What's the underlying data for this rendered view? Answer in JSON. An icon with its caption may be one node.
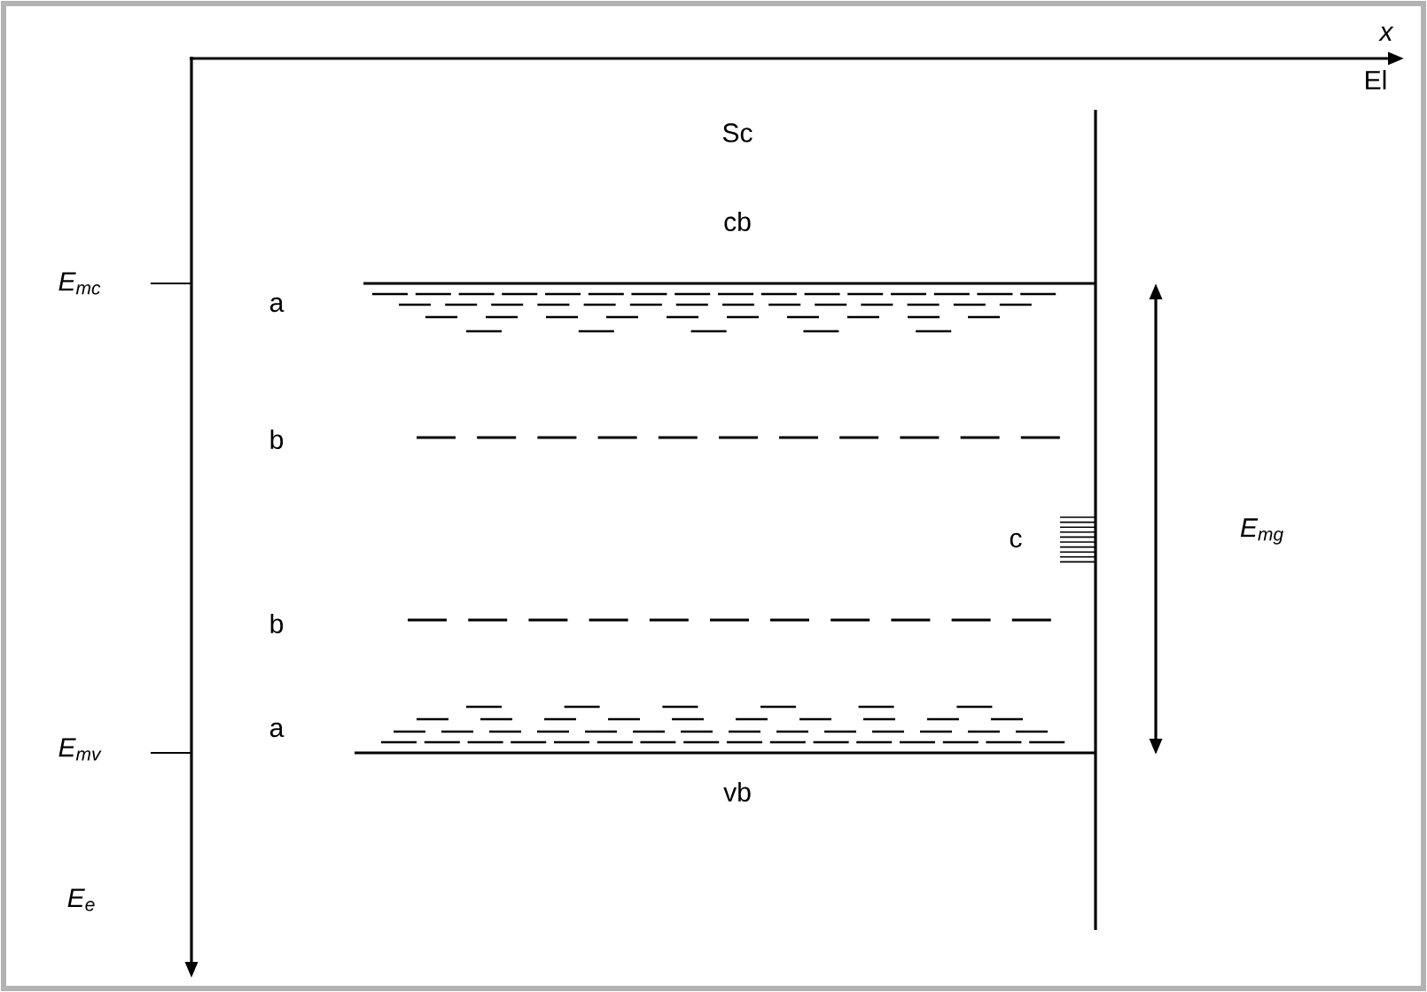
{
  "diagram": {
    "labels": [
      "x",
      "El",
      "Sc",
      "cb",
      "E$_{mc}$",
      "a",
      "b",
      "c",
      "E$_{mg}$",
      "b",
      "a",
      "E$_{mv}$",
      "vb",
      "E$_{e}$"
    ]
  }
}
